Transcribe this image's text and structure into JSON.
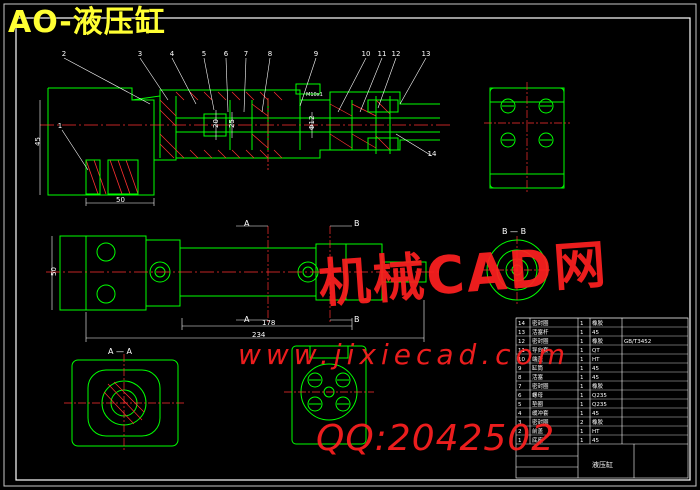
{
  "title": "AO-液压缸",
  "watermark": {
    "brand": "机械CAD网",
    "url": "www.jixiecad.com",
    "qq": "QQ:2042502"
  },
  "balloons": [
    "1",
    "2",
    "3",
    "4",
    "5",
    "6",
    "7",
    "8",
    "9",
    "10",
    "11",
    "12",
    "13",
    "14"
  ],
  "dimensions": {
    "front_height": "45",
    "base_width": "50",
    "bore_a": "20",
    "bore_b": "25",
    "rod": "Φ12",
    "plan_height": "50",
    "stroke": "178",
    "overall": "234",
    "port": "M10x1"
  },
  "section_labels": {
    "a": "A",
    "b": "B",
    "aa": "A — A",
    "bb": "B — B"
  },
  "title_block": {
    "drawing_name": "液压缸",
    "rows": [
      {
        "no": "14",
        "name": "密封圈",
        "qty": "1",
        "mat": "橡胶",
        "note": ""
      },
      {
        "no": "13",
        "name": "活塞杆",
        "qty": "1",
        "mat": "45",
        "note": ""
      },
      {
        "no": "12",
        "name": "密封圈",
        "qty": "1",
        "mat": "橡胶",
        "note": "GB/T3452"
      },
      {
        "no": "11",
        "name": "导向套",
        "qty": "1",
        "mat": "QT",
        "note": ""
      },
      {
        "no": "10",
        "name": "端盖",
        "qty": "1",
        "mat": "HT",
        "note": ""
      },
      {
        "no": "9",
        "name": "缸筒",
        "qty": "1",
        "mat": "45",
        "note": ""
      },
      {
        "no": "8",
        "name": "活塞",
        "qty": "1",
        "mat": "45",
        "note": ""
      },
      {
        "no": "7",
        "name": "密封圈",
        "qty": "1",
        "mat": "橡胶",
        "note": ""
      },
      {
        "no": "6",
        "name": "螺母",
        "qty": "1",
        "mat": "Q235",
        "note": ""
      },
      {
        "no": "5",
        "name": "垫圈",
        "qty": "1",
        "mat": "Q235",
        "note": ""
      },
      {
        "no": "4",
        "name": "缓冲套",
        "qty": "1",
        "mat": "45",
        "note": ""
      },
      {
        "no": "3",
        "name": "密封圈",
        "qty": "2",
        "mat": "橡胶",
        "note": ""
      },
      {
        "no": "2",
        "name": "前盖",
        "qty": "1",
        "mat": "HT",
        "note": ""
      },
      {
        "no": "1",
        "name": "底座",
        "qty": "1",
        "mat": "45",
        "note": ""
      }
    ]
  }
}
